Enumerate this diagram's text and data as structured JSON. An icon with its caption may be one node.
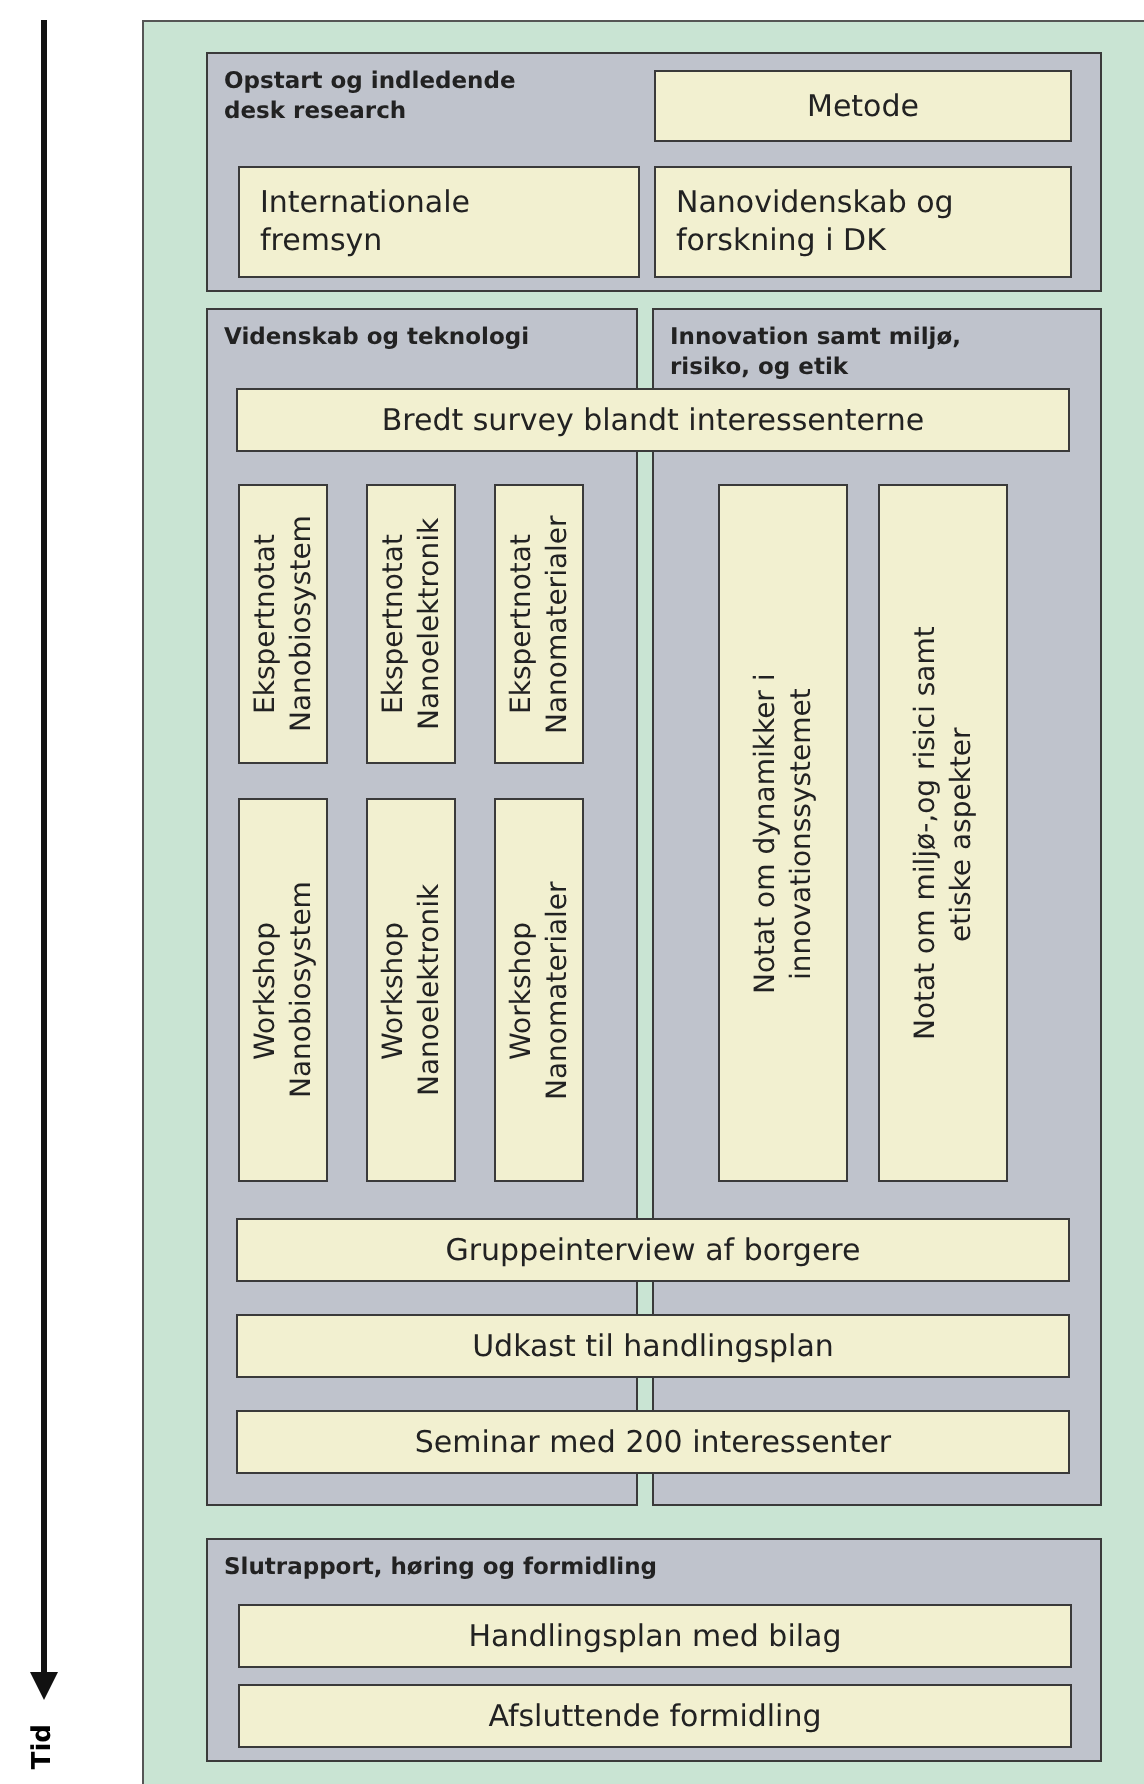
{
  "diagram": {
    "nodes": [
      {
        "text": [
          "Opstart og indledende desk research"
        ]
      },
      {
        "text": [
          "Metode"
        ],
        "in": 0
      },
      {
        "text": [
          "Internationale fremsyn"
        ],
        "in": 0
      },
      {
        "text": [
          "Nanovidenskab og forskning i DK"
        ],
        "in": 0
      },
      {
        "text": [
          "Videnskab og teknologi"
        ]
      },
      {
        "text": [
          "Innovation samt miljø, risiko, og etik"
        ]
      },
      {
        "text": [
          "Bredt survey blandt interessenterne"
        ]
      },
      {
        "text": [
          "Ekspertnotat Nanobiosystem"
        ],
        "in": 4
      },
      {
        "text": [
          "Ekspertnotat Nanoelektronik"
        ],
        "in": 4
      },
      {
        "text": [
          "Ekspertnotat Nanomaterialer"
        ],
        "in": 4
      },
      {
        "text": [
          "Workshop Nanobiosystem"
        ],
        "in": 4
      },
      {
        "text": [
          "Workshop Nanoelektronik"
        ],
        "in": 4
      },
      {
        "text": [
          "Workshop Nanomaterialer"
        ],
        "in": 4
      },
      {
        "text": [
          "Notat om  dynamikker i innovationssystemet"
        ],
        "in": 5
      },
      {
        "text": [
          "Notat om miljø-,og risici samt etiske aspekter"
        ],
        "in": 5
      },
      {
        "text": [
          "Gruppeinterview af borgere"
        ]
      },
      {
        "text": [
          "Udkast til handlingsplan"
        ]
      },
      {
        "text": [
          "Seminar med 200 interessenter"
        ]
      },
      {
        "text": [
          "Slutrapport, høring og formidling"
        ]
      },
      {
        "text": [
          "Handlingsplan med bilag"
        ],
        "in": 18
      },
      {
        "text": [
          "Afsluttende formidling"
        ],
        "in": 18
      }
    ],
    "labels": [
      "Tid"
    ]
  }
}
